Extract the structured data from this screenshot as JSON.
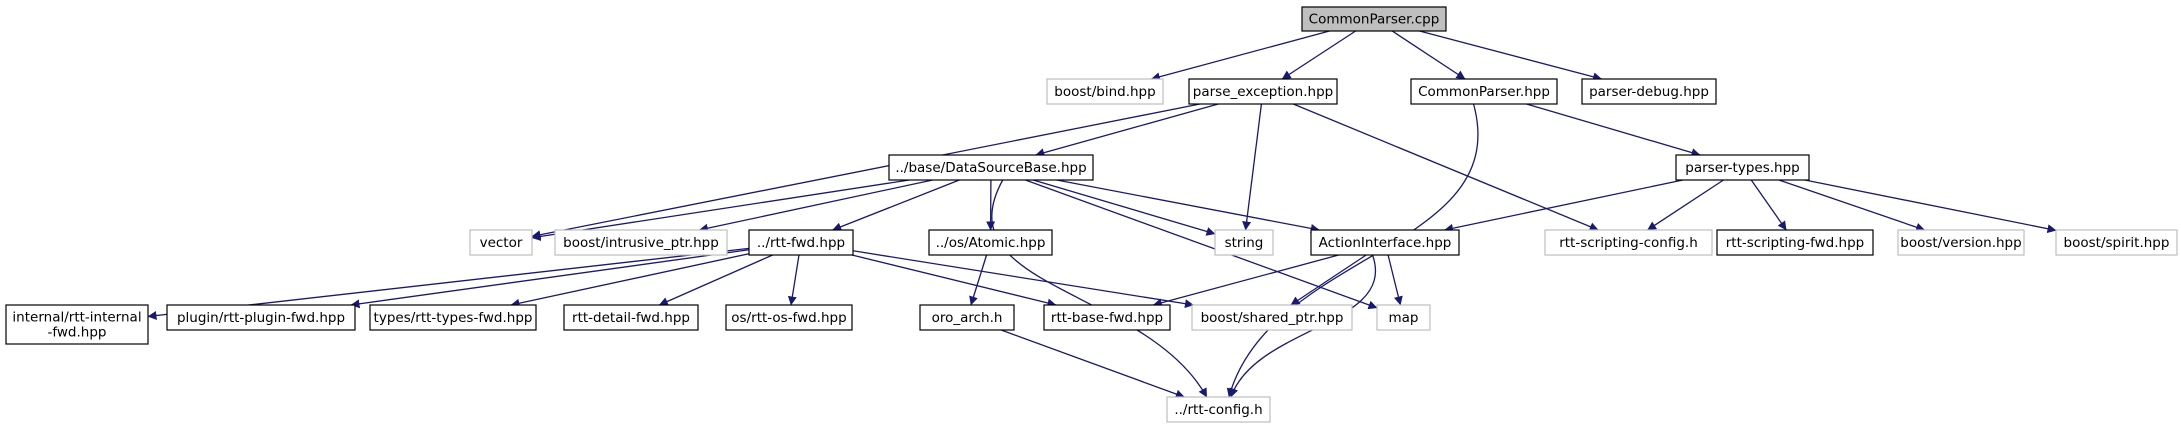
{
  "graph": {
    "colors": {
      "edge": "#191970",
      "box_strong": "#000000",
      "box_light": "#bfbfbf",
      "root_fill": "#bfbfbf",
      "text": "#000000"
    },
    "nodes": [
      {
        "id": "root",
        "label": "CommonParser.cpp",
        "style": "root"
      },
      {
        "id": "bind",
        "label": "boost/bind.hpp",
        "style": "light"
      },
      {
        "id": "parse_exception",
        "label": "parse_exception.hpp",
        "style": "strong"
      },
      {
        "id": "commonparser_hpp",
        "label": "CommonParser.hpp",
        "style": "strong"
      },
      {
        "id": "parser_debug",
        "label": "parser-debug.hpp",
        "style": "strong"
      },
      {
        "id": "datasourcebase",
        "label": "../base/DataSourceBase.hpp",
        "style": "strong"
      },
      {
        "id": "parser_types",
        "label": "parser-types.hpp",
        "style": "strong"
      },
      {
        "id": "vector",
        "label": "vector",
        "style": "light"
      },
      {
        "id": "intrusive_ptr",
        "label": "boost/intrusive_ptr.hpp",
        "style": "light"
      },
      {
        "id": "rtt_fwd",
        "label": "../rtt-fwd.hpp",
        "style": "strong"
      },
      {
        "id": "atomic",
        "label": "../os/Atomic.hpp",
        "style": "strong"
      },
      {
        "id": "string",
        "label": "string",
        "style": "light"
      },
      {
        "id": "actioninterface",
        "label": "ActionInterface.hpp",
        "style": "strong"
      },
      {
        "id": "rtt_scripting_config",
        "label": "rtt-scripting-config.h",
        "style": "light"
      },
      {
        "id": "rtt_scripting_fwd",
        "label": "rtt-scripting-fwd.hpp",
        "style": "strong"
      },
      {
        "id": "boost_version",
        "label": "boost/version.hpp",
        "style": "light"
      },
      {
        "id": "boost_spirit",
        "label": "boost/spirit.hpp",
        "style": "light"
      },
      {
        "id": "rtt_internal_fwd",
        "label": "internal/rtt-internal\n-fwd.hpp",
        "style": "strong"
      },
      {
        "id": "rtt_plugin_fwd",
        "label": "plugin/rtt-plugin-fwd.hpp",
        "style": "strong"
      },
      {
        "id": "rtt_types_fwd",
        "label": "types/rtt-types-fwd.hpp",
        "style": "strong"
      },
      {
        "id": "rtt_detail_fwd",
        "label": "rtt-detail-fwd.hpp",
        "style": "strong"
      },
      {
        "id": "rtt_os_fwd",
        "label": "os/rtt-os-fwd.hpp",
        "style": "strong"
      },
      {
        "id": "oro_arch",
        "label": "oro_arch.h",
        "style": "strong"
      },
      {
        "id": "rtt_base_fwd",
        "label": "rtt-base-fwd.hpp",
        "style": "strong"
      },
      {
        "id": "shared_ptr",
        "label": "boost/shared_ptr.hpp",
        "style": "light"
      },
      {
        "id": "map",
        "label": "map",
        "style": "light"
      },
      {
        "id": "rtt_config",
        "label": "../rtt-config.h",
        "style": "light"
      }
    ],
    "edges": [
      [
        "root",
        "bind"
      ],
      [
        "root",
        "parse_exception"
      ],
      [
        "root",
        "commonparser_hpp"
      ],
      [
        "root",
        "parser_debug"
      ],
      [
        "parse_exception",
        "datasourcebase"
      ],
      [
        "parse_exception",
        "vector"
      ],
      [
        "parse_exception",
        "string"
      ],
      [
        "parse_exception",
        "rtt_scripting_config"
      ],
      [
        "commonparser_hpp",
        "parser_types"
      ],
      [
        "commonparser_hpp",
        "rtt_config"
      ],
      [
        "datasourcebase",
        "vector"
      ],
      [
        "datasourcebase",
        "intrusive_ptr"
      ],
      [
        "datasourcebase",
        "rtt_fwd"
      ],
      [
        "datasourcebase",
        "atomic"
      ],
      [
        "datasourcebase",
        "string"
      ],
      [
        "datasourcebase",
        "actioninterface"
      ],
      [
        "datasourcebase",
        "map"
      ],
      [
        "datasourcebase",
        "rtt_config"
      ],
      [
        "parser_types",
        "actioninterface"
      ],
      [
        "parser_types",
        "rtt_scripting_config"
      ],
      [
        "parser_types",
        "rtt_scripting_fwd"
      ],
      [
        "parser_types",
        "boost_version"
      ],
      [
        "parser_types",
        "boost_spirit"
      ],
      [
        "rtt_fwd",
        "rtt_internal_fwd"
      ],
      [
        "rtt_fwd",
        "rtt_plugin_fwd"
      ],
      [
        "rtt_fwd",
        "rtt_types_fwd"
      ],
      [
        "rtt_fwd",
        "rtt_detail_fwd"
      ],
      [
        "rtt_fwd",
        "rtt_os_fwd"
      ],
      [
        "rtt_fwd",
        "rtt_base_fwd"
      ],
      [
        "rtt_fwd",
        "shared_ptr"
      ],
      [
        "atomic",
        "oro_arch"
      ],
      [
        "oro_arch",
        "rtt_config"
      ],
      [
        "actioninterface",
        "rtt_base_fwd"
      ],
      [
        "actioninterface",
        "shared_ptr"
      ],
      [
        "actioninterface",
        "map"
      ],
      [
        "actioninterface",
        "rtt_config"
      ]
    ]
  }
}
